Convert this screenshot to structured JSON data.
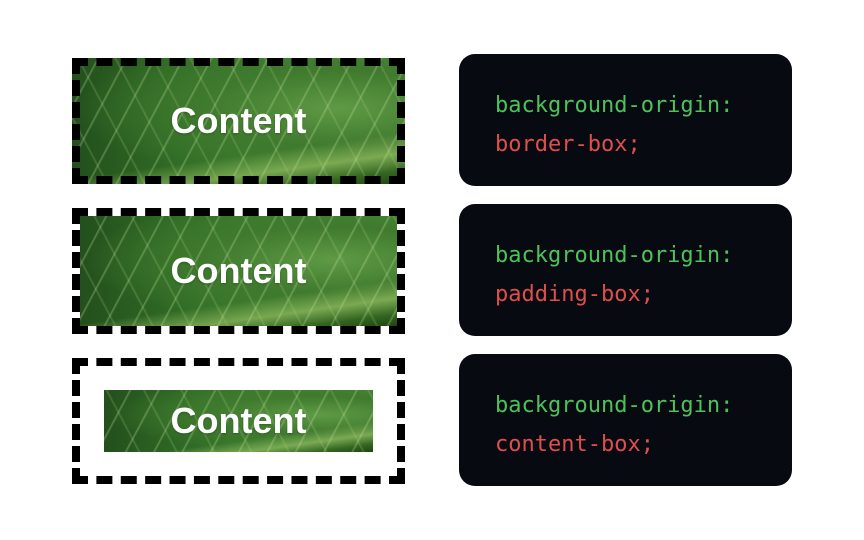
{
  "examples": [
    {
      "content_label": "Content",
      "code_property": "background-origin:",
      "code_value": "border-box;"
    },
    {
      "content_label": "Content",
      "code_property": "background-origin:",
      "code_value": "padding-box;"
    },
    {
      "content_label": "Content",
      "code_property": "background-origin:",
      "code_value": "content-box;"
    }
  ],
  "colors": {
    "code_background": "#080a12",
    "property_color": "#4cc25a",
    "value_color": "#e04d4d",
    "border_color": "#000000"
  }
}
